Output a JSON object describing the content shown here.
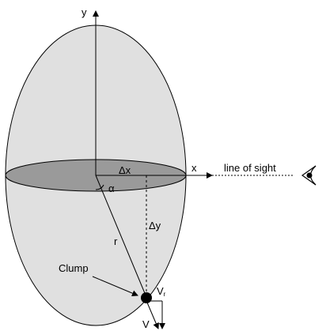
{
  "labels": {
    "y_axis": "y",
    "x_axis": "x",
    "line_of_sight": "line of sight",
    "delta_x": "Δx",
    "delta_y": "Δy",
    "alpha": "α",
    "radius": "r",
    "clump": "Clump",
    "v_r_main": "V",
    "v_r_sub": "r",
    "velocity": "V"
  },
  "colors": {
    "ellipsoid_fill": "#e0e0e0",
    "equatorial_disc_fill": "#9a9a9a",
    "stroke": "#000000",
    "clump_fill": "#000000"
  },
  "icons": {
    "observer": "eye-icon"
  }
}
